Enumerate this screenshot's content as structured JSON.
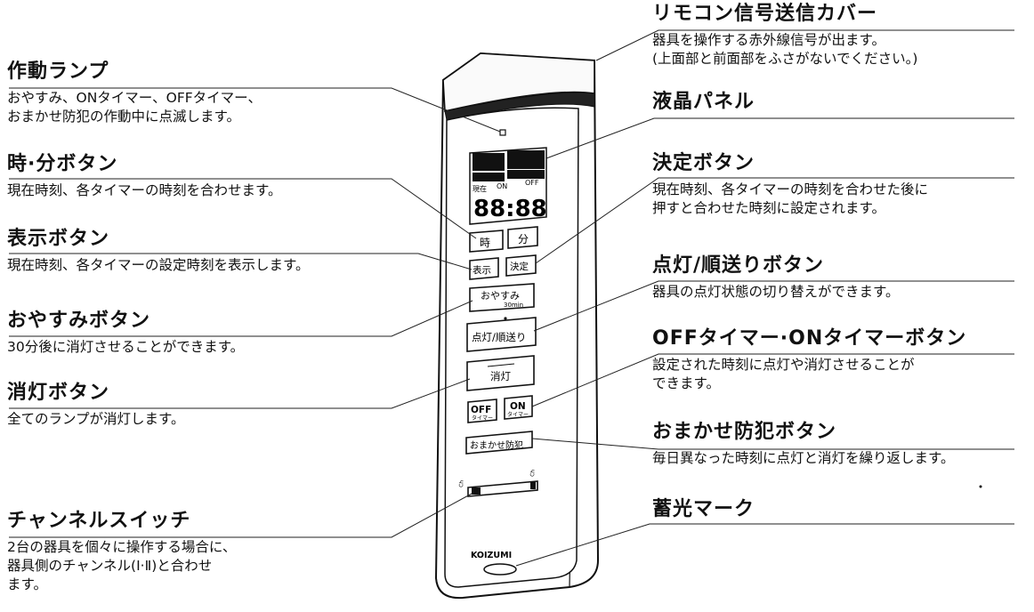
{
  "left": [
    {
      "id": "lamp",
      "title": "作動ランプ",
      "desc": [
        "おやすみ、ONタイマー、OFFタイマー、",
        "おまかせ防犯の作動中に点滅します。"
      ]
    },
    {
      "id": "hourmin",
      "title": "時·分ボタン",
      "desc": [
        "現在時刻、各タイマーの時刻を合わせます。"
      ]
    },
    {
      "id": "display",
      "title": "表示ボタン",
      "desc": [
        "現在時刻、各タイマーの設定時刻を表示します。"
      ]
    },
    {
      "id": "oyasumi",
      "title": "おやすみボタン",
      "desc": [
        "30分後に消灯させることができます。"
      ]
    },
    {
      "id": "off",
      "title": "消灯ボタン",
      "desc": [
        "全てのランプが消灯します。"
      ]
    },
    {
      "id": "channel",
      "title": "チャンネルスイッチ",
      "desc": [
        "2台の器具を個々に操作する場合に、",
        "器具側のチャンネル(Ⅰ·Ⅱ)と合わせ",
        "ます。"
      ]
    }
  ],
  "right": [
    {
      "id": "cover",
      "title": "リモコン信号送信カバー",
      "desc": [
        "器具を操作する赤外線信号が出ます。",
        "(上面部と前面部をふさがないでください。)"
      ]
    },
    {
      "id": "lcd",
      "title": "液晶パネル",
      "desc": []
    },
    {
      "id": "enter",
      "title": "決定ボタン",
      "desc": [
        "現在時刻、各タイマーの時刻を合わせた後に",
        "押すと合わせた時刻に設定されます。"
      ]
    },
    {
      "id": "light",
      "title": "点灯/順送りボタン",
      "desc": [
        "器具の点灯状態の切り替えができます。"
      ]
    },
    {
      "id": "timer",
      "title": "OFFタイマー·ONタイマーボタン",
      "desc": [
        "設定された時刻に点灯や消灯させることが",
        "できます。"
      ]
    },
    {
      "id": "security",
      "title": "おまかせ防犯ボタン",
      "desc": [
        "毎日異なった時刻に点灯と消灯を繰り返します。"
      ]
    },
    {
      "id": "glow",
      "title": "蓄光マーク",
      "desc": []
    }
  ],
  "remote": {
    "lcd_current": "現在",
    "lcd_on": "ON",
    "lcd_off": "OFF",
    "lcd_digits": "88:88",
    "btn_hour": "時",
    "btn_min": "分",
    "btn_display": "表示",
    "btn_enter": "決定",
    "btn_oyasumi": "おやすみ",
    "btn_oyasumi_sub": "30min",
    "btn_light": "点灯/順送り",
    "btn_off": "消灯",
    "btn_offtimer": "OFF",
    "btn_offtimer_sub": "タイマー",
    "btn_ontimer": "ON",
    "btn_ontimer_sub": "タイマー",
    "btn_security": "おまかせ防犯",
    "ch_left": "Ch",
    "ch_right": "Ch",
    "brand": "KOIZUMI"
  }
}
